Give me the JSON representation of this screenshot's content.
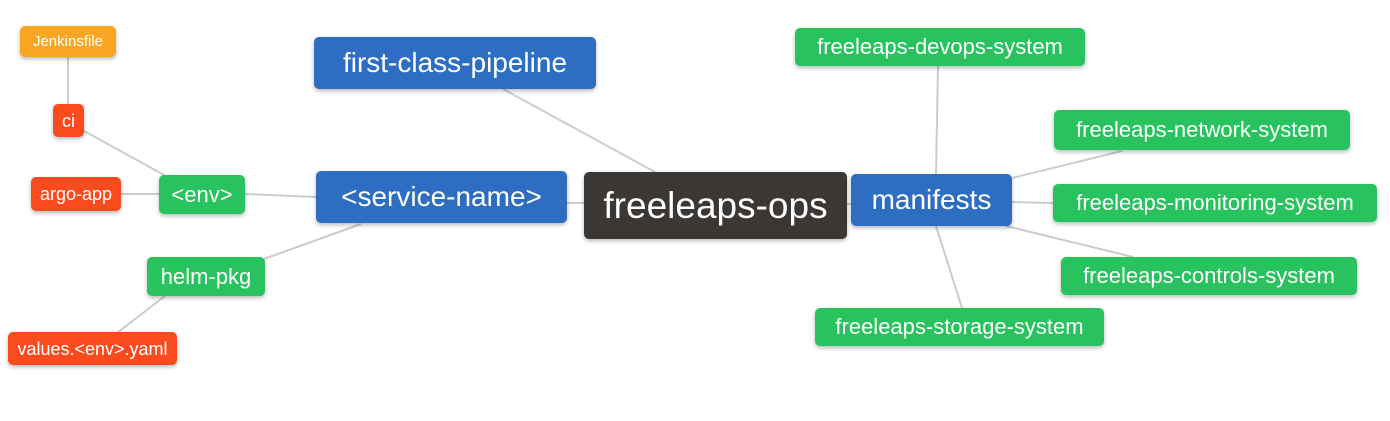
{
  "palette": {
    "background": "#ffffff",
    "edge_line": "#cccccc",
    "root_dark": "#3b3735",
    "level2_blue": "#2d6ec3",
    "level3_green": "#28c35f",
    "level4_red_orange": "#fa4b1e",
    "level5_amber": "#f8a623",
    "node_text": "#ffffff"
  },
  "mindmap": {
    "nodes": [
      {
        "id": "jenkinsfile",
        "label": "Jenkinsfile",
        "level": 5
      },
      {
        "id": "ci",
        "label": "ci",
        "level": 4
      },
      {
        "id": "argo-app",
        "label": "argo-app",
        "level": 4
      },
      {
        "id": "env",
        "label": "<env>",
        "level": 3
      },
      {
        "id": "helm-pkg",
        "label": "helm-pkg",
        "level": 3
      },
      {
        "id": "values-env-yaml",
        "label": "values.<env>.yaml",
        "level": 4
      },
      {
        "id": "first-class-pipeline",
        "label": "first-class-pipeline",
        "level": 2
      },
      {
        "id": "service-name",
        "label": "<service-name>",
        "level": 2
      },
      {
        "id": "freeleaps-ops",
        "label": "freeleaps-ops",
        "level": 1
      },
      {
        "id": "manifests",
        "label": "manifests",
        "level": 2
      },
      {
        "id": "devops-system",
        "label": "freeleaps-devops-system",
        "level": 3
      },
      {
        "id": "network-system",
        "label": "freeleaps-network-system",
        "level": 3
      },
      {
        "id": "monitoring-system",
        "label": "freeleaps-monitoring-system",
        "level": 3
      },
      {
        "id": "controls-system",
        "label": "freeleaps-controls-system",
        "level": 3
      },
      {
        "id": "storage-system",
        "label": "freeleaps-storage-system",
        "level": 3
      }
    ],
    "edges": [
      {
        "from": "freeleaps-ops",
        "to": "first-class-pipeline"
      },
      {
        "from": "freeleaps-ops",
        "to": "service-name"
      },
      {
        "from": "freeleaps-ops",
        "to": "manifests"
      },
      {
        "from": "service-name",
        "to": "env"
      },
      {
        "from": "service-name",
        "to": "helm-pkg"
      },
      {
        "from": "env",
        "to": "argo-app"
      },
      {
        "from": "env",
        "to": "ci"
      },
      {
        "from": "ci",
        "to": "jenkinsfile"
      },
      {
        "from": "helm-pkg",
        "to": "values-env-yaml"
      },
      {
        "from": "manifests",
        "to": "devops-system"
      },
      {
        "from": "manifests",
        "to": "network-system"
      },
      {
        "from": "manifests",
        "to": "monitoring-system"
      },
      {
        "from": "manifests",
        "to": "controls-system"
      },
      {
        "from": "manifests",
        "to": "storage-system"
      }
    ]
  }
}
